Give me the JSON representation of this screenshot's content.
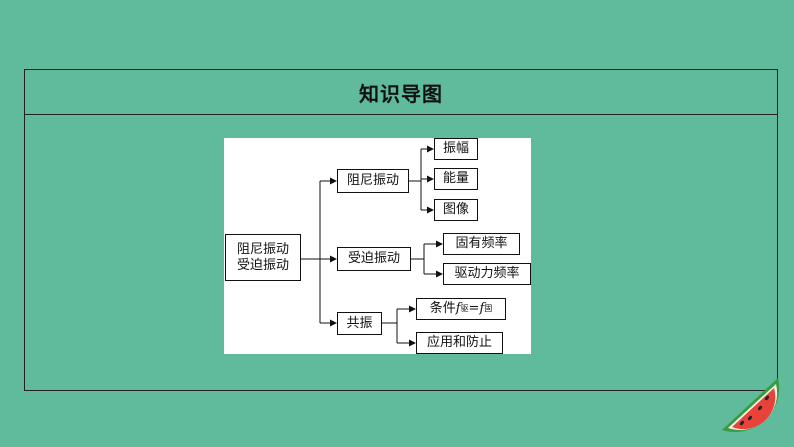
{
  "title": "知识导图",
  "diagram": {
    "root": {
      "line1": "阻尼振动",
      "line2": "受迫振动"
    },
    "branches": {
      "damped": {
        "label": "阻尼振动",
        "children": [
          "振幅",
          "能量",
          "图像"
        ]
      },
      "forced": {
        "label": "受迫振动",
        "children": [
          "固有频率",
          "驱动力频率"
        ]
      },
      "resonance": {
        "label": "共振",
        "condition": {
          "prefix": "条件",
          "f": "f",
          "sub_drive": "驱",
          "eq": "=",
          "sub_natural": "固"
        },
        "application": "应用和防止"
      }
    }
  },
  "colors": {
    "background": "#5fbb9c",
    "panel": "#ffffff",
    "line": "#111111",
    "watermelon_rind": "#3a9a3f",
    "watermelon_flesh": "#e8423a"
  },
  "decorations": [
    "watermelon-slice"
  ]
}
